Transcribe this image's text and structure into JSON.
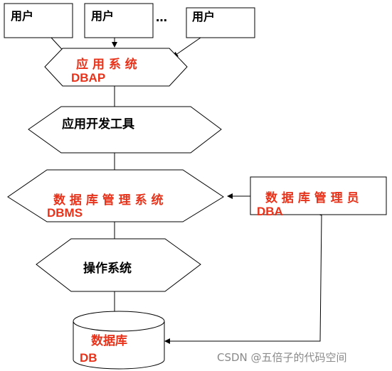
{
  "users": {
    "user1": "用户",
    "user2": "用户",
    "ellipsis": "…",
    "user3": "用户"
  },
  "app_system": {
    "cn": "应 用 系 统",
    "en": "DBAP"
  },
  "dev_tools": {
    "cn": "应用开发工具"
  },
  "dbms": {
    "cn": "数 据 库 管 理 系 统",
    "en": "DBMS"
  },
  "dba": {
    "cn": "数 据 库 管 理 员",
    "en": "DBA"
  },
  "os": {
    "cn": "操作系统"
  },
  "database": {
    "cn": "数据库",
    "en": "DB"
  },
  "watermark": "CSDN @五倍子的代码空间",
  "colors": {
    "red_label": "#e8321a",
    "stroke": "#000000",
    "background": "#ffffff"
  }
}
